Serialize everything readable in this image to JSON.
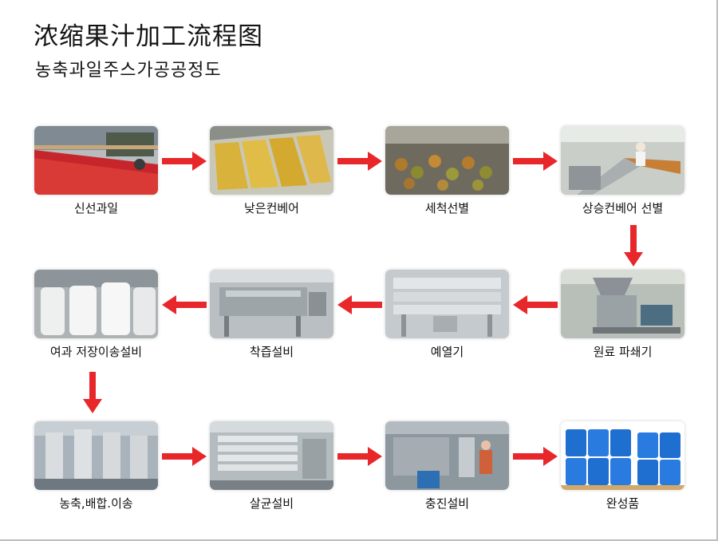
{
  "title_cn": "浓缩果汁加工流程图",
  "title_ko": "농축과일주스가공공정도",
  "steps": [
    {
      "label": "신선과일"
    },
    {
      "label": "낮은컨베어"
    },
    {
      "label": "세척선별"
    },
    {
      "label": "상승컨베어 선별"
    },
    {
      "label": "원료 파쇄기"
    },
    {
      "label": "예열기"
    },
    {
      "label": "착즙설비"
    },
    {
      "label": "여과 저장이송설비"
    },
    {
      "label": "농축,배합.이송"
    },
    {
      "label": "살균설비"
    },
    {
      "label": "충진설비"
    },
    {
      "label": "완성품"
    }
  ],
  "colors": {
    "arrow": "#e8272b"
  }
}
